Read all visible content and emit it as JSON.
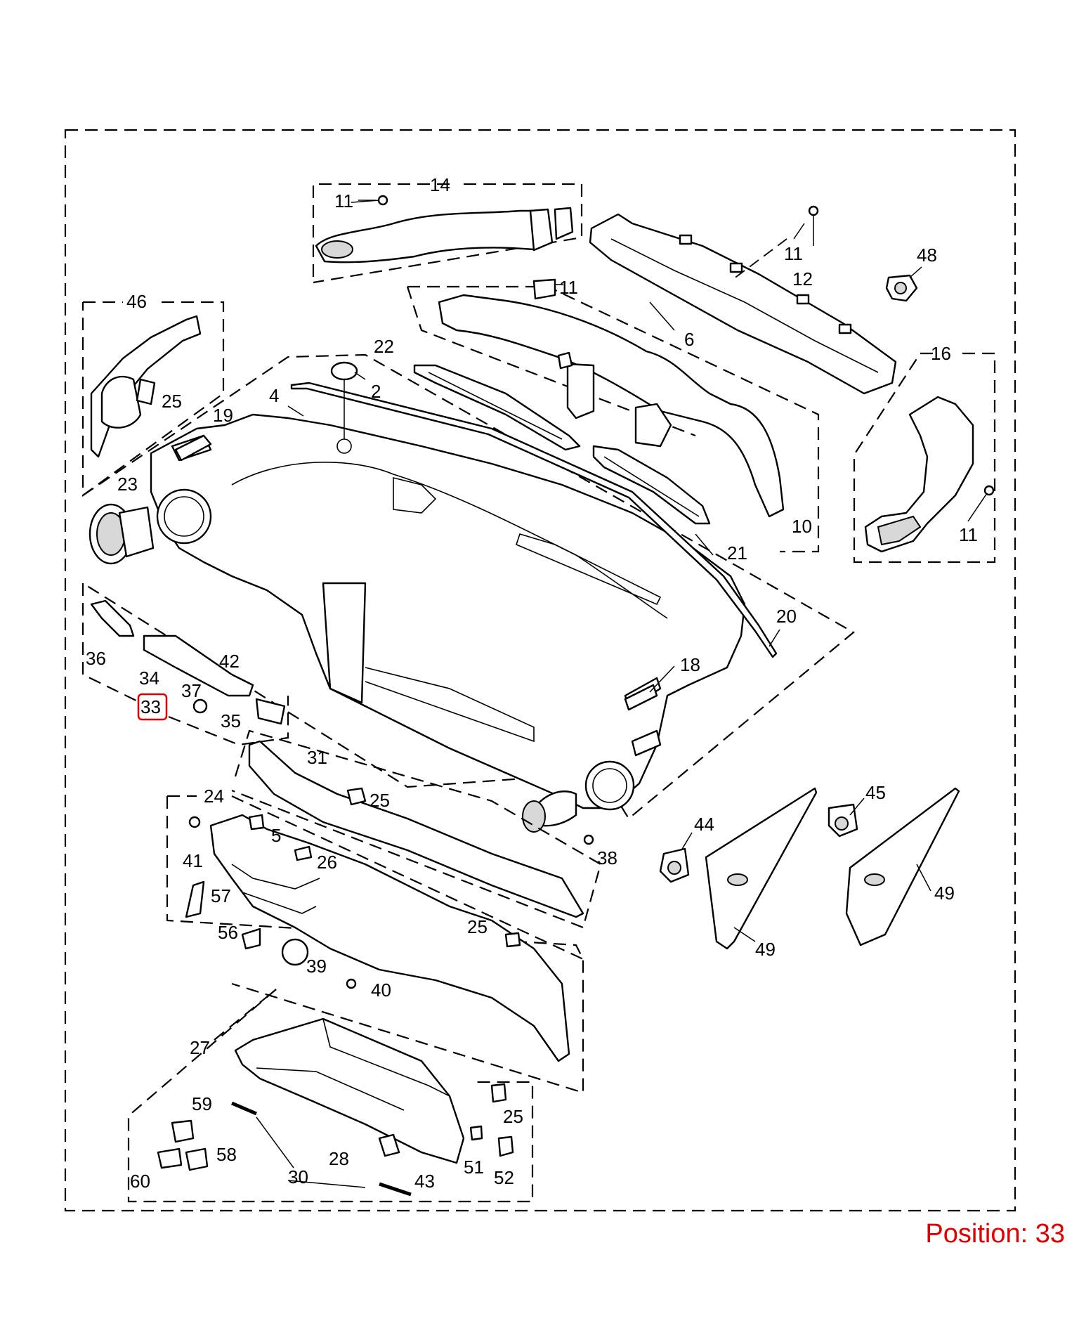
{
  "diagram": {
    "labels": [
      {
        "id": "14",
        "text": "14"
      },
      {
        "id": "11a",
        "text": "11"
      },
      {
        "id": "11b",
        "text": "11"
      },
      {
        "id": "12",
        "text": "12"
      },
      {
        "id": "48",
        "text": "48"
      },
      {
        "id": "11c",
        "text": "11"
      },
      {
        "id": "6",
        "text": "6"
      },
      {
        "id": "46",
        "text": "46"
      },
      {
        "id": "22",
        "text": "22"
      },
      {
        "id": "2",
        "text": "2"
      },
      {
        "id": "4",
        "text": "4"
      },
      {
        "id": "16",
        "text": "16"
      },
      {
        "id": "25a",
        "text": "25"
      },
      {
        "id": "19",
        "text": "19"
      },
      {
        "id": "23",
        "text": "23"
      },
      {
        "id": "10",
        "text": "10"
      },
      {
        "id": "11d",
        "text": "11"
      },
      {
        "id": "21",
        "text": "21"
      },
      {
        "id": "20",
        "text": "20"
      },
      {
        "id": "36",
        "text": "36"
      },
      {
        "id": "42",
        "text": "42"
      },
      {
        "id": "34",
        "text": "34"
      },
      {
        "id": "18",
        "text": "18"
      },
      {
        "id": "37",
        "text": "37"
      },
      {
        "id": "33",
        "text": "33"
      },
      {
        "id": "35",
        "text": "35"
      },
      {
        "id": "31",
        "text": "31"
      },
      {
        "id": "25b",
        "text": "25"
      },
      {
        "id": "45",
        "text": "45"
      },
      {
        "id": "24",
        "text": "24"
      },
      {
        "id": "44",
        "text": "44"
      },
      {
        "id": "5",
        "text": "5"
      },
      {
        "id": "41",
        "text": "41"
      },
      {
        "id": "26",
        "text": "26"
      },
      {
        "id": "38",
        "text": "38"
      },
      {
        "id": "57",
        "text": "57"
      },
      {
        "id": "49a",
        "text": "49"
      },
      {
        "id": "25c",
        "text": "25"
      },
      {
        "id": "56",
        "text": "56"
      },
      {
        "id": "39",
        "text": "39"
      },
      {
        "id": "49b",
        "text": "49"
      },
      {
        "id": "40",
        "text": "40"
      },
      {
        "id": "27",
        "text": "27"
      },
      {
        "id": "59",
        "text": "59"
      },
      {
        "id": "25d",
        "text": "25"
      },
      {
        "id": "58",
        "text": "58"
      },
      {
        "id": "28",
        "text": "28"
      },
      {
        "id": "51",
        "text": "51"
      },
      {
        "id": "60",
        "text": "60"
      },
      {
        "id": "30",
        "text": "30"
      },
      {
        "id": "43",
        "text": "43"
      },
      {
        "id": "52",
        "text": "52"
      }
    ]
  },
  "highlight": {
    "label": "33",
    "color": "#e00000"
  },
  "caption": {
    "text": "Position: 33"
  }
}
